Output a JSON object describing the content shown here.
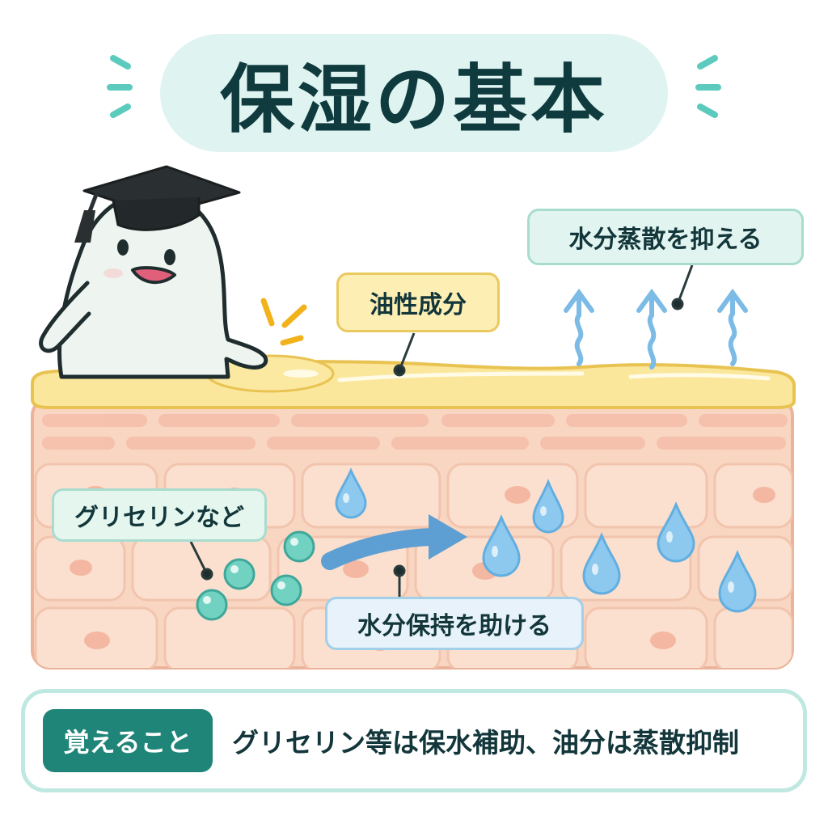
{
  "title": "保湿の基本",
  "labels": {
    "evaporation": "水分蒸散を抑える",
    "oil": "油性成分",
    "glycerin": "グリセリンなど",
    "water_hold": "水分保持を助ける"
  },
  "summary": {
    "tag": "覚えること",
    "text": "グリセリン等は保水補助、油分は蒸散抑制"
  },
  "colors": {
    "accent": "#1e8578",
    "oil_layer": "#f9e79a",
    "skin": "#f7d2bd",
    "water_drop": "#8dc9ee",
    "glycerin": "#6fd0c0"
  },
  "icons": [
    "graduation-cap-icon",
    "water-drop-icon",
    "arrow-right-icon",
    "steam-arrow-icon",
    "sparkle-icon"
  ]
}
